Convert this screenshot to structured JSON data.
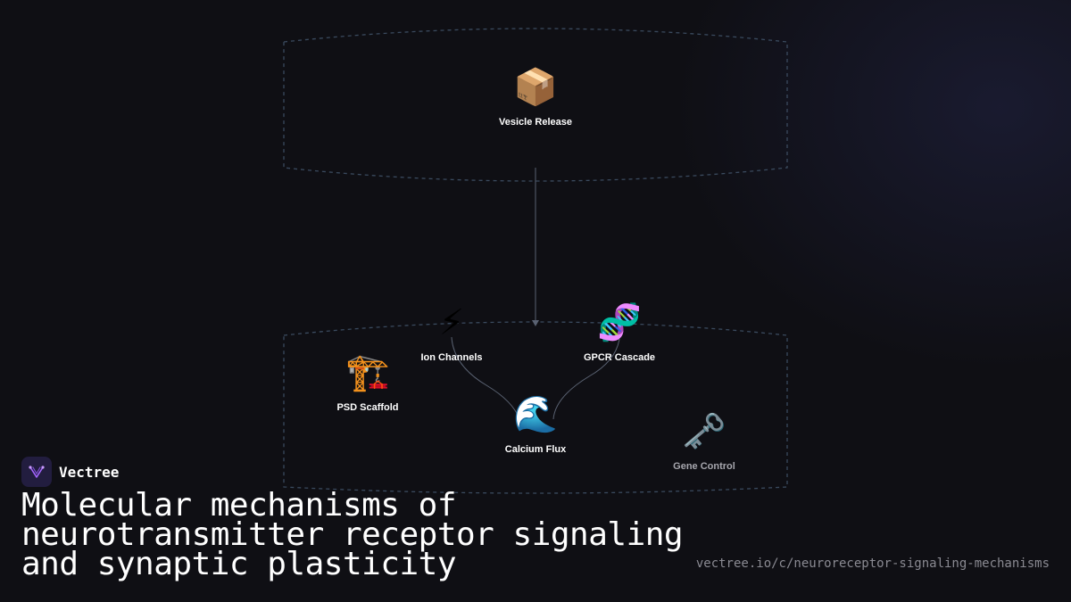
{
  "brand": {
    "name": "Vectree",
    "accent": "#a566ff"
  },
  "diagram": {
    "nodes": [
      {
        "id": "vesicle-release",
        "label": "Vesicle Release",
        "icon": "package-icon",
        "glyph": "📦"
      },
      {
        "id": "ion-channels",
        "label": "Ion Channels",
        "icon": "lightning-icon",
        "glyph": "⚡"
      },
      {
        "id": "gpcr-cascade",
        "label": "GPCR Cascade",
        "icon": "dna-icon",
        "glyph": "🧬"
      },
      {
        "id": "psd-scaffold",
        "label": "PSD Scaffold",
        "icon": "crane-icon",
        "glyph": "🏗️"
      },
      {
        "id": "calcium-flux",
        "label": "Calcium Flux",
        "icon": "wave-icon",
        "glyph": "🌊"
      },
      {
        "id": "gene-control",
        "label": "Gene Control",
        "icon": "key-icon",
        "glyph": "🗝️"
      }
    ],
    "edges": [
      {
        "from": "vesicle-release",
        "to": "receptor-group"
      },
      {
        "from": "ion-channels",
        "to": "calcium-flux"
      },
      {
        "from": "gpcr-cascade",
        "to": "calcium-flux"
      }
    ],
    "colors": {
      "group_border": "#3a4a5e",
      "edge": "#5a6272"
    }
  },
  "footer": {
    "title": "Molecular mechanisms of neurotransmitter receptor signaling and synaptic plasticity",
    "url": "vectree.io/c/neuroreceptor-signaling-mechanisms"
  }
}
